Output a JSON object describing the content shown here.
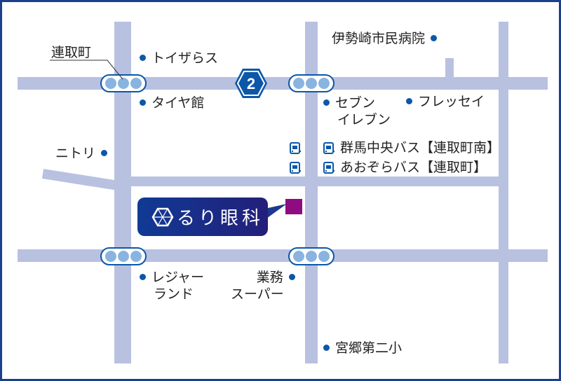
{
  "colors": {
    "road": "#b9c1e1",
    "accent": "#0b57a8",
    "clinic": "#8e0b82",
    "callout": "#1b3a8e"
  },
  "route": {
    "number": "2"
  },
  "clinic": {
    "name": "るり眼科",
    "icon": "hexagon-logo-icon"
  },
  "labels": {
    "renshucho": "連取町",
    "toysrus": "トイザらス",
    "tireyakan": "タイヤ館",
    "isesaki_hospital": "伊勢崎市民病院",
    "seven_1": "セブン",
    "seven_2": "イレブン",
    "fresay": "フレッセイ",
    "nitori": "ニトリ",
    "bus_1": "群馬中央バス【連取町南】",
    "bus_2": "あおぞらバス【連取町】",
    "leisure_1": "レジャー",
    "leisure_2": "ランド",
    "gyomu_1": "業務",
    "gyomu_2": "スーパー",
    "school": "宮郷第二小"
  }
}
